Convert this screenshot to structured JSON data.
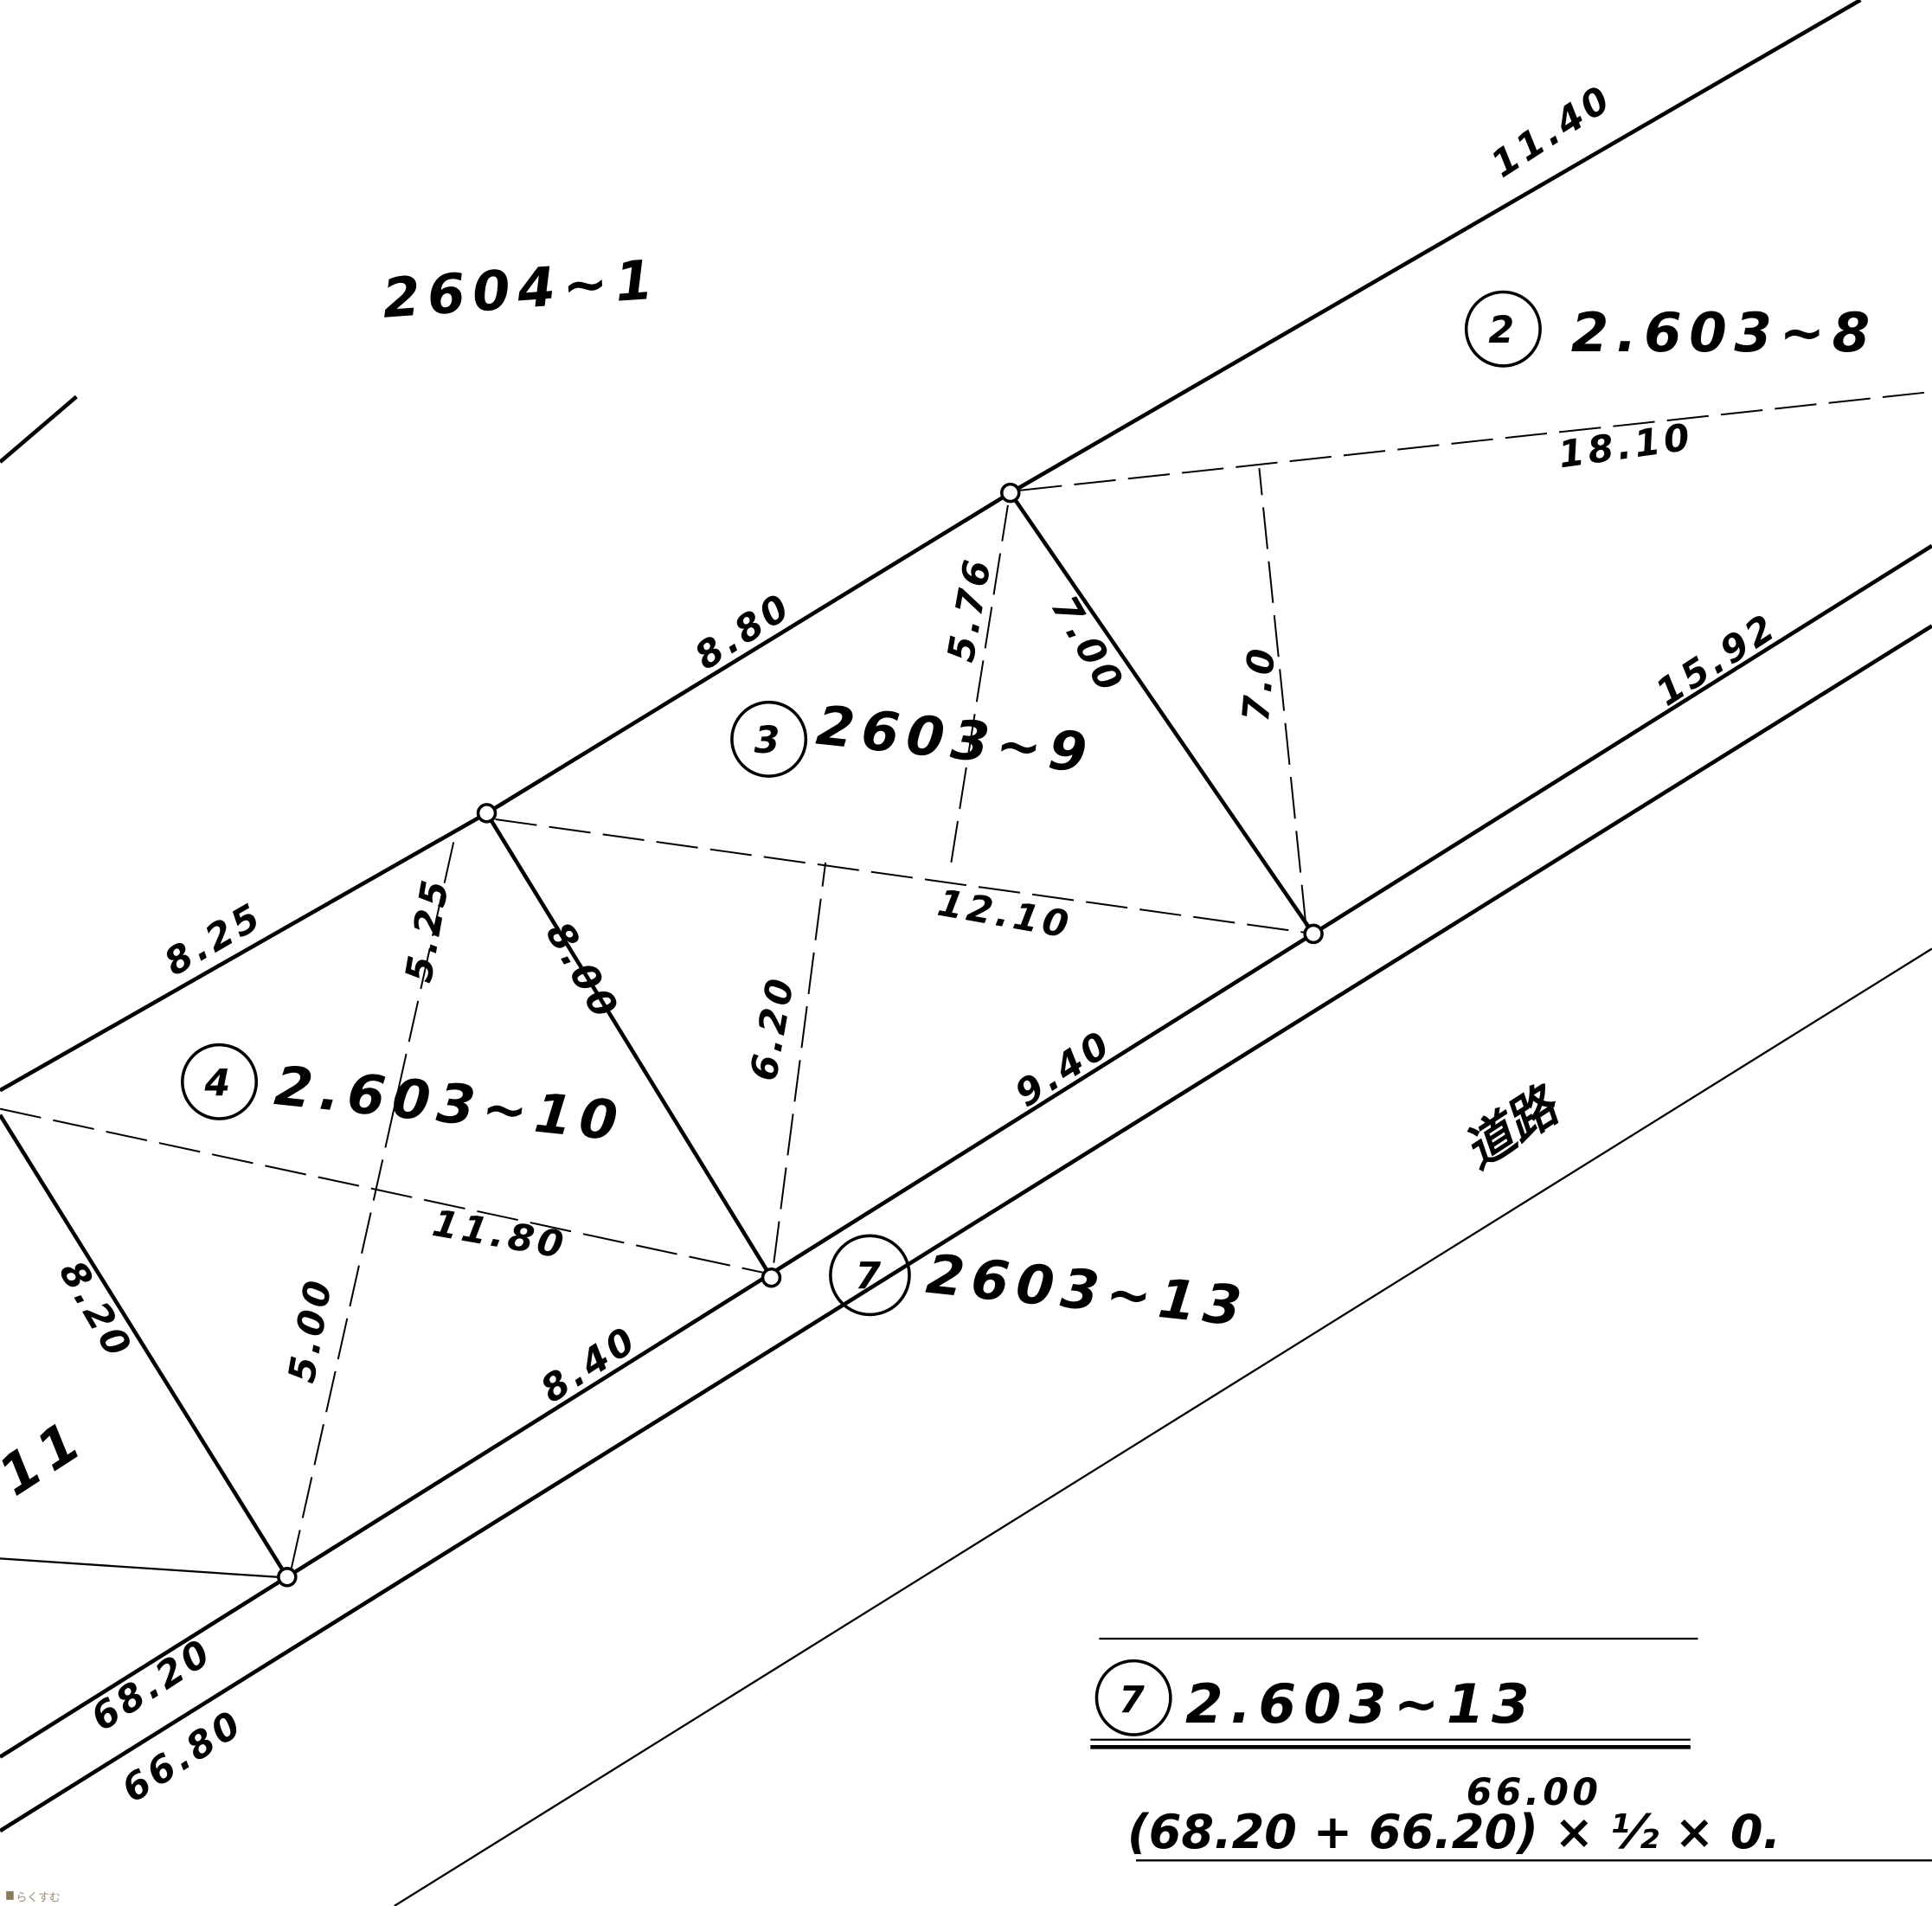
{
  "parcels": {
    "north": "2604~1",
    "p2": {
      "mark": "2",
      "number": "2.603~8"
    },
    "p3": {
      "mark": "3",
      "number": "2603~9"
    },
    "p4": {
      "mark": "4",
      "number": "2.603~10"
    },
    "p7": {
      "mark": "7",
      "number": "2603~13"
    },
    "west_partial": "11"
  },
  "road_label": "道路",
  "dimensions": {
    "top_11_40": "11.40",
    "d_18_10": "18.10",
    "top_8_80": "8.80",
    "h_5_76": "5.76",
    "diag_7_00": "7.00",
    "h_7_0": "7.0",
    "d_12_10": "12.10",
    "top_8_25": "8.25",
    "h_5_25": "5.25",
    "diag_8_00": "8.00",
    "h_6_20": "6.20",
    "bot_9_40": "9.40",
    "d_11_80": "11.80",
    "diag_8_20": "8.20",
    "h_5_00": "5.00",
    "bot_8_40": "8.40",
    "w_68_20": "68.20",
    "w_66_80": "66.80",
    "bot_15_92": "15.92"
  },
  "legend": {
    "mark": "7",
    "number": "2.603~13",
    "correction": "66.00",
    "formula": "(68.20 + 66.20) × ½ × 0."
  },
  "watermark": "らくすむ"
}
